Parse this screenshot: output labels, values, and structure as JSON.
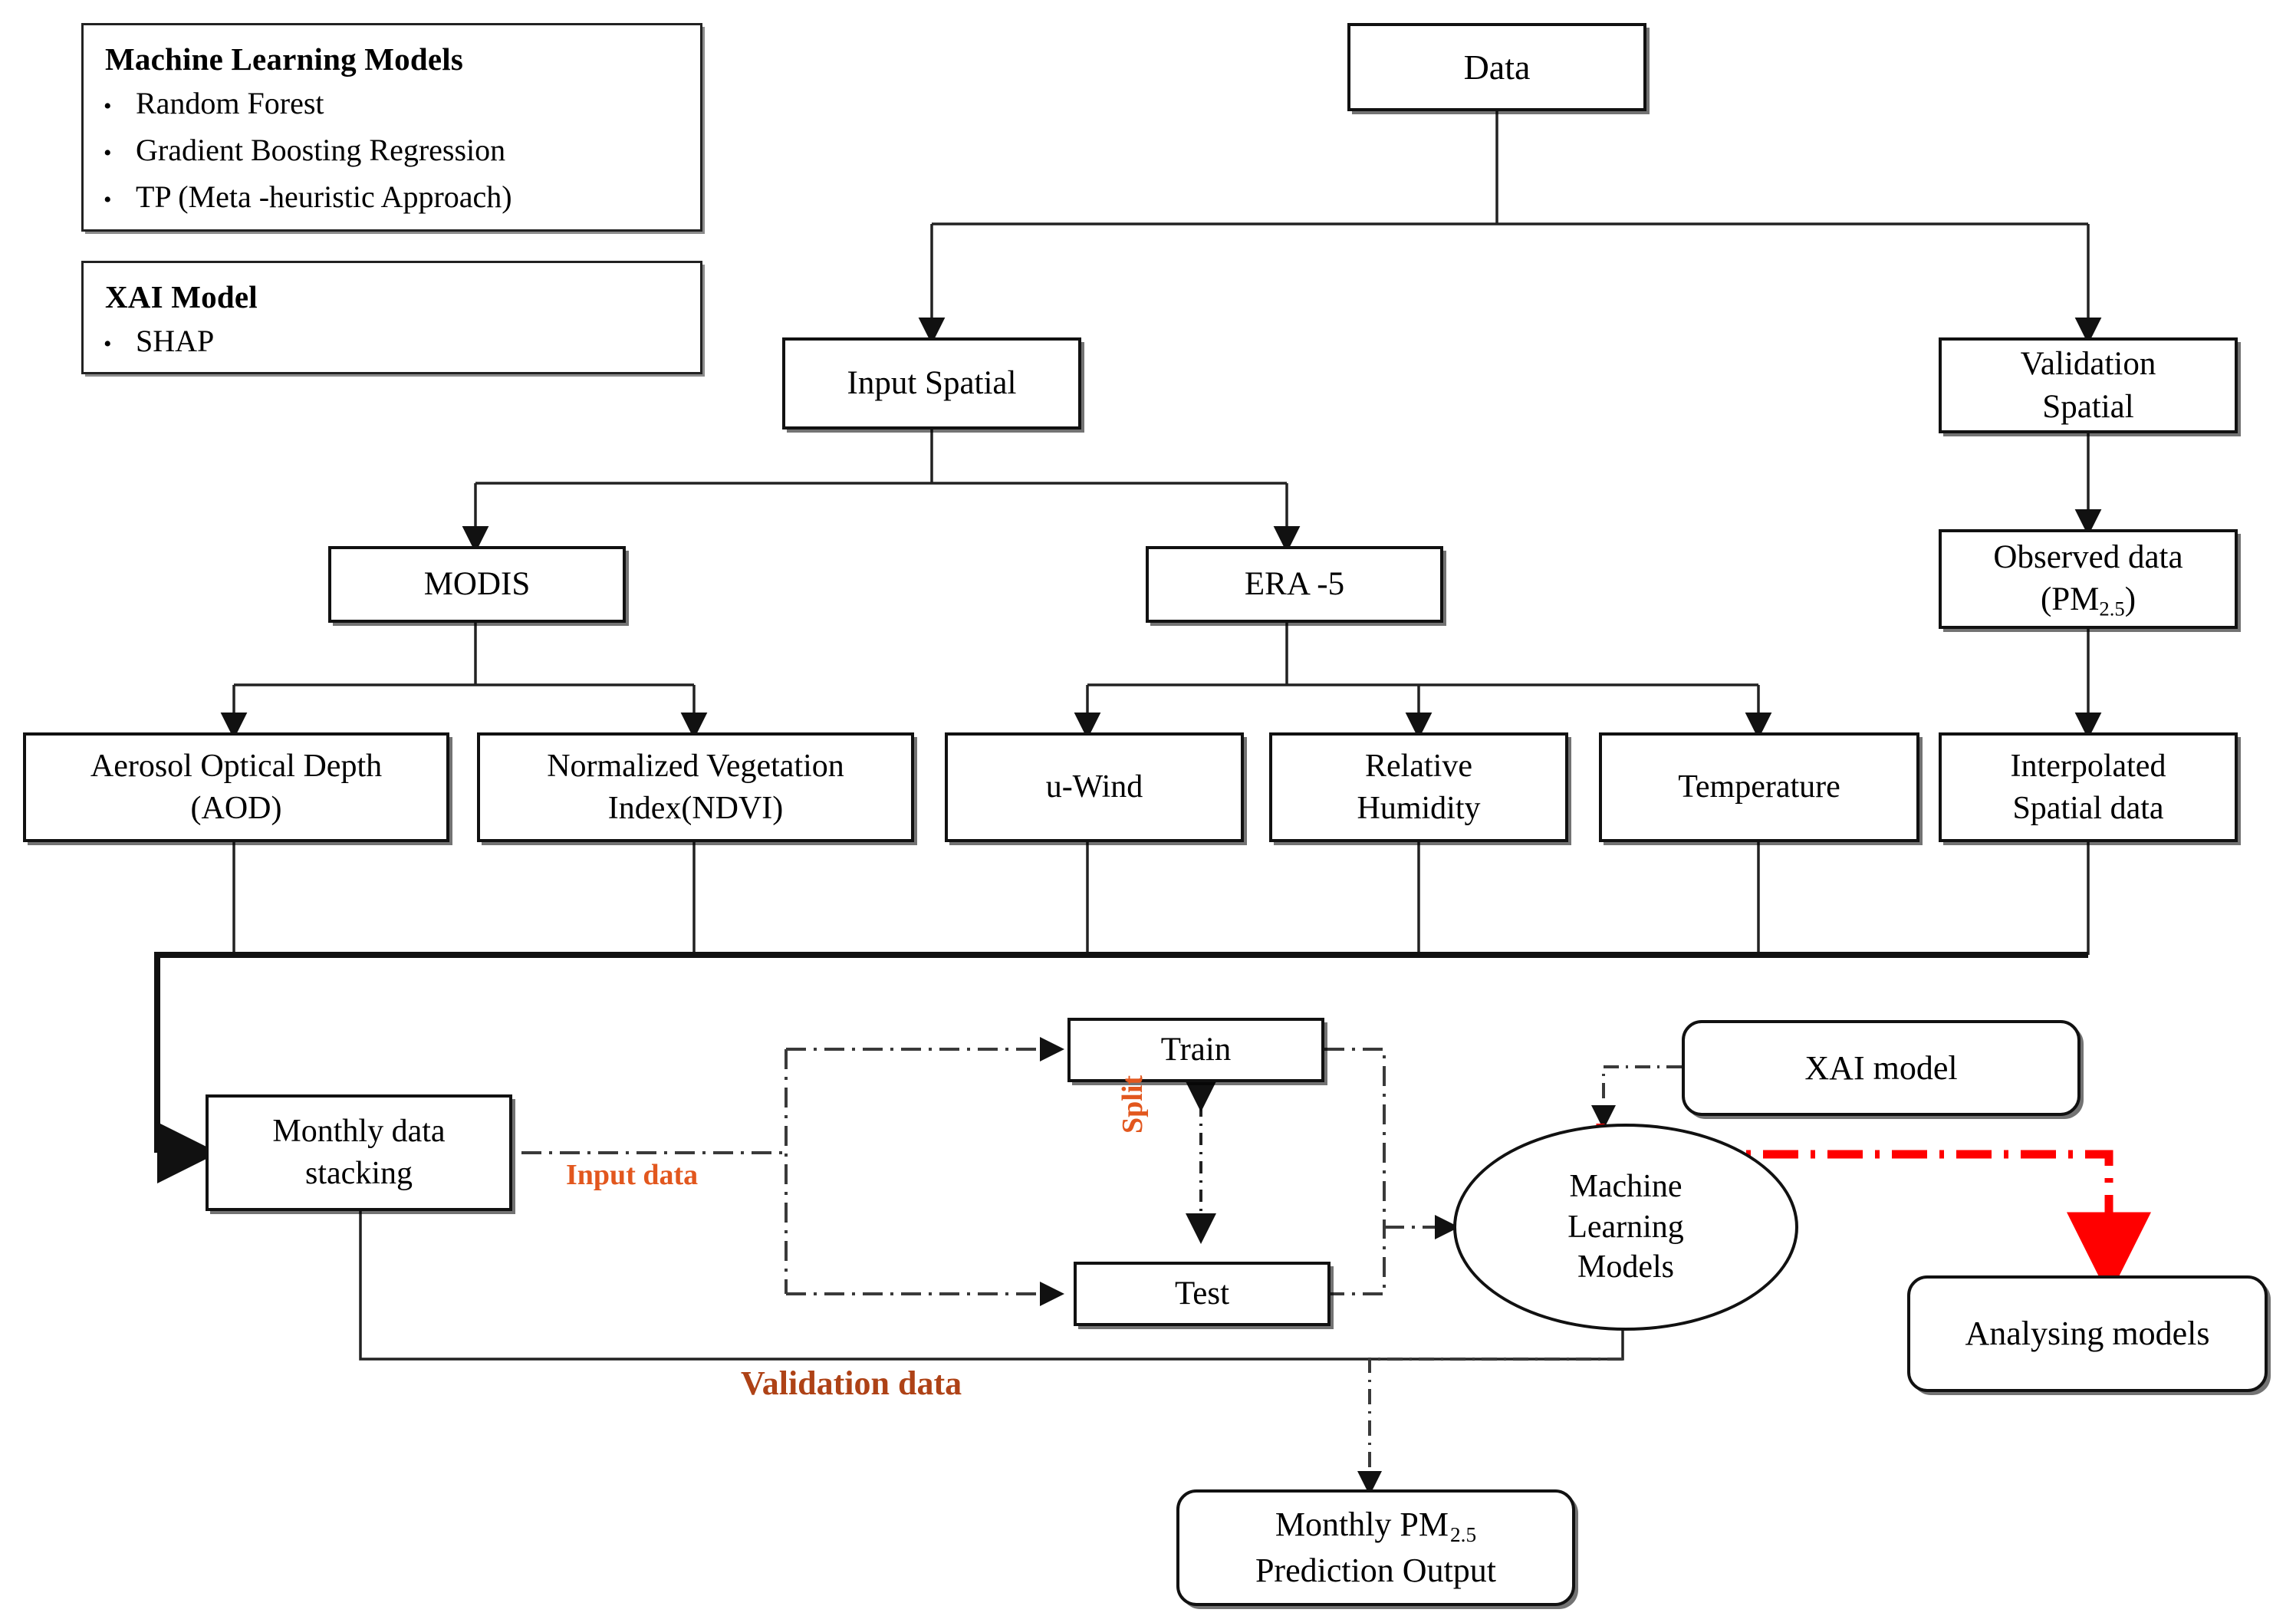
{
  "diagram": {
    "title": "PM2.5 machine-learning workflow flowchart",
    "colors": {
      "input_data_label": "#E2571E",
      "split_label": "#E2571E",
      "validation_data_label": "#AE4216",
      "xai_link": "#FF0000",
      "line": "#222222"
    }
  },
  "legend_ml": {
    "title": "Machine Learning Models",
    "bullet": "•",
    "items": [
      "Random Forest",
      "Gradient Boosting Regression",
      "TP (Meta -heuristic Approach)"
    ]
  },
  "legend_xai": {
    "title": "XAI Model",
    "bullet": "•",
    "items": [
      "SHAP"
    ]
  },
  "nodes": {
    "data": {
      "line1": "Data"
    },
    "input_spatial": {
      "line1": "Input Spatial"
    },
    "validation_spatial": {
      "line1": "Validation",
      "line2": "Spatial"
    },
    "modis": {
      "line1": "MODIS"
    },
    "era5": {
      "line1": "ERA -5"
    },
    "observed_data": {
      "line1": "Observed data",
      "line2_pre": "(PM",
      "line2_sub": "2.5",
      "line2_post": ")"
    },
    "aod": {
      "line1": "Aerosol Optical Depth",
      "line2": "(AOD)"
    },
    "ndvi": {
      "line1": "Normalized Vegetation",
      "line2": "Index(NDVI)"
    },
    "uwind": {
      "line1": "u-Wind"
    },
    "humidity": {
      "line1": "Relative",
      "line2": "Humidity"
    },
    "temperature": {
      "line1": "Temperature"
    },
    "interpolated": {
      "line1": "Interpolated",
      "line2": "Spatial data"
    },
    "monthly_stacking": {
      "line1": "Monthly data",
      "line2": "stacking"
    },
    "train": {
      "line1": "Train"
    },
    "test": {
      "line1": "Test"
    },
    "ml_models": {
      "line1": "Machine",
      "line2": "Learning",
      "line3": "Models"
    },
    "xai_model": {
      "line1": "XAI model"
    },
    "analysing_models": {
      "line1": "Analysing models"
    },
    "prediction_output": {
      "line1_pre": "Monthly PM",
      "line1_sub": "2.5",
      "line2": "Prediction Output"
    }
  },
  "edge_labels": {
    "input_data": "Input data",
    "split": "Split",
    "validation_data": "Validation data"
  }
}
